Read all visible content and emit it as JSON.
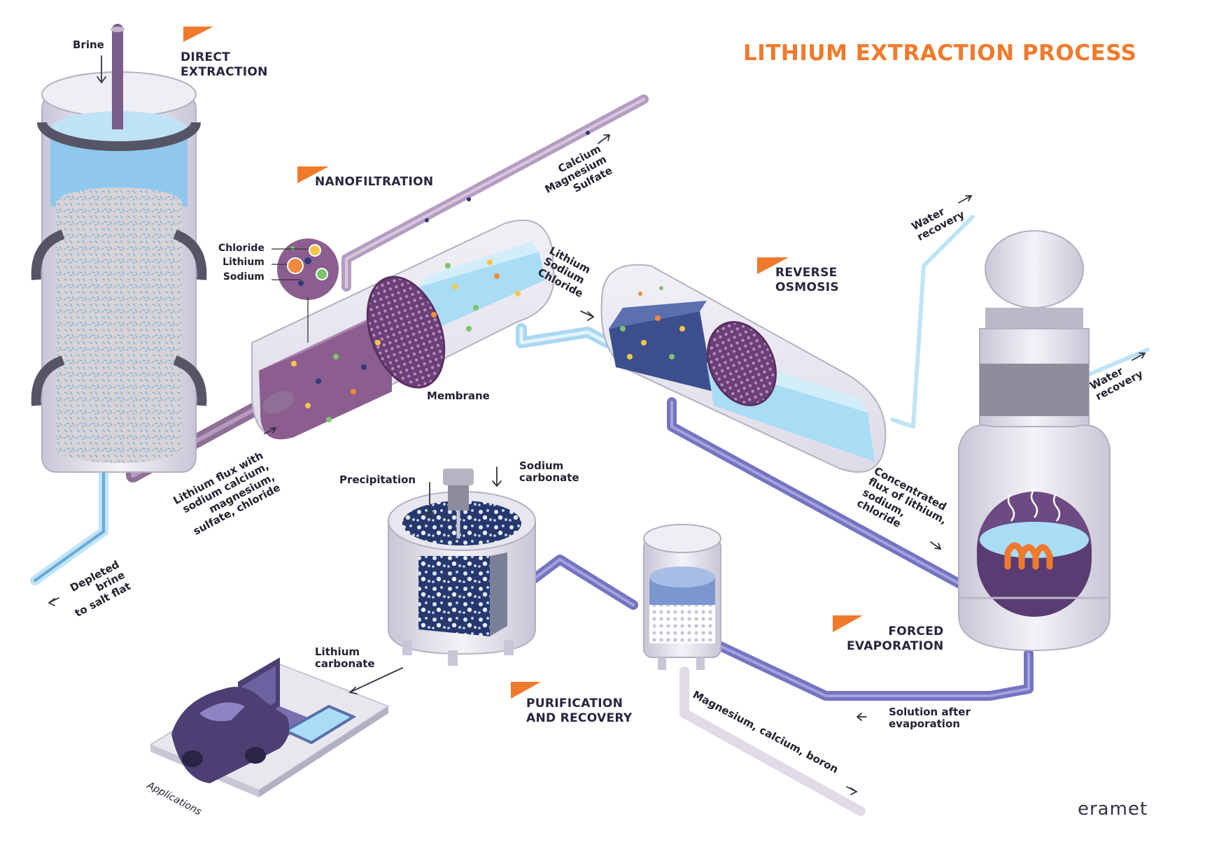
{
  "title": "LITHIUM EXTRACTION PROCESS",
  "logo": "eramet",
  "colors": {
    "accent": "#f07a2c",
    "pipe_purple": "#8e6f96",
    "pipe_blue": "#7777c4",
    "pipe_light": "#bfe4f6",
    "liquid_blue": "#a9dcf5",
    "liquid_purple": "#8c5e8f",
    "liquid_dark": "#3c4f8c",
    "metal": "#d6d3df"
  },
  "steps": {
    "direct_extraction": "DIRECT\nEXTRACTION",
    "nanofiltration": "NANOFILTRATION",
    "reverse_osmosis": "REVERSE\nOSMOSIS",
    "forced_evaporation": "FORCED\nEVAPORATION",
    "purification": "PURIFICATION\nAND RECOVERY"
  },
  "labels": {
    "brine": "Brine",
    "depleted": "Depleted\nbrine\nto salt flat",
    "lithium_flux": "Lithium flux with\nsodium calcium,\nmagnesium,\nsulfate, chloride",
    "calcium": "Calcium\nMagnesium\nSulfate",
    "chloride": "Chloride",
    "lithium": "Lithium",
    "sodium": "Sodium",
    "membrane": "Membrane",
    "li_na_cl": "Lithium\nSodium\nChloride",
    "water_recovery_1": "Water\nrecovery",
    "water_recovery_2": "Water\nrecovery",
    "concentrated": "Concentrated\nflux of lithium,\nsodium,\nchloride",
    "precipitation": "Precipitation",
    "sodium_carbonate": "Sodium\ncarbonate",
    "lithium_carbonate": "Lithium\ncarbonate",
    "solution_after": "Solution after\nevaporation",
    "mg_ca_b": "Magnesium, calcium, boron",
    "applications": "Applications"
  }
}
